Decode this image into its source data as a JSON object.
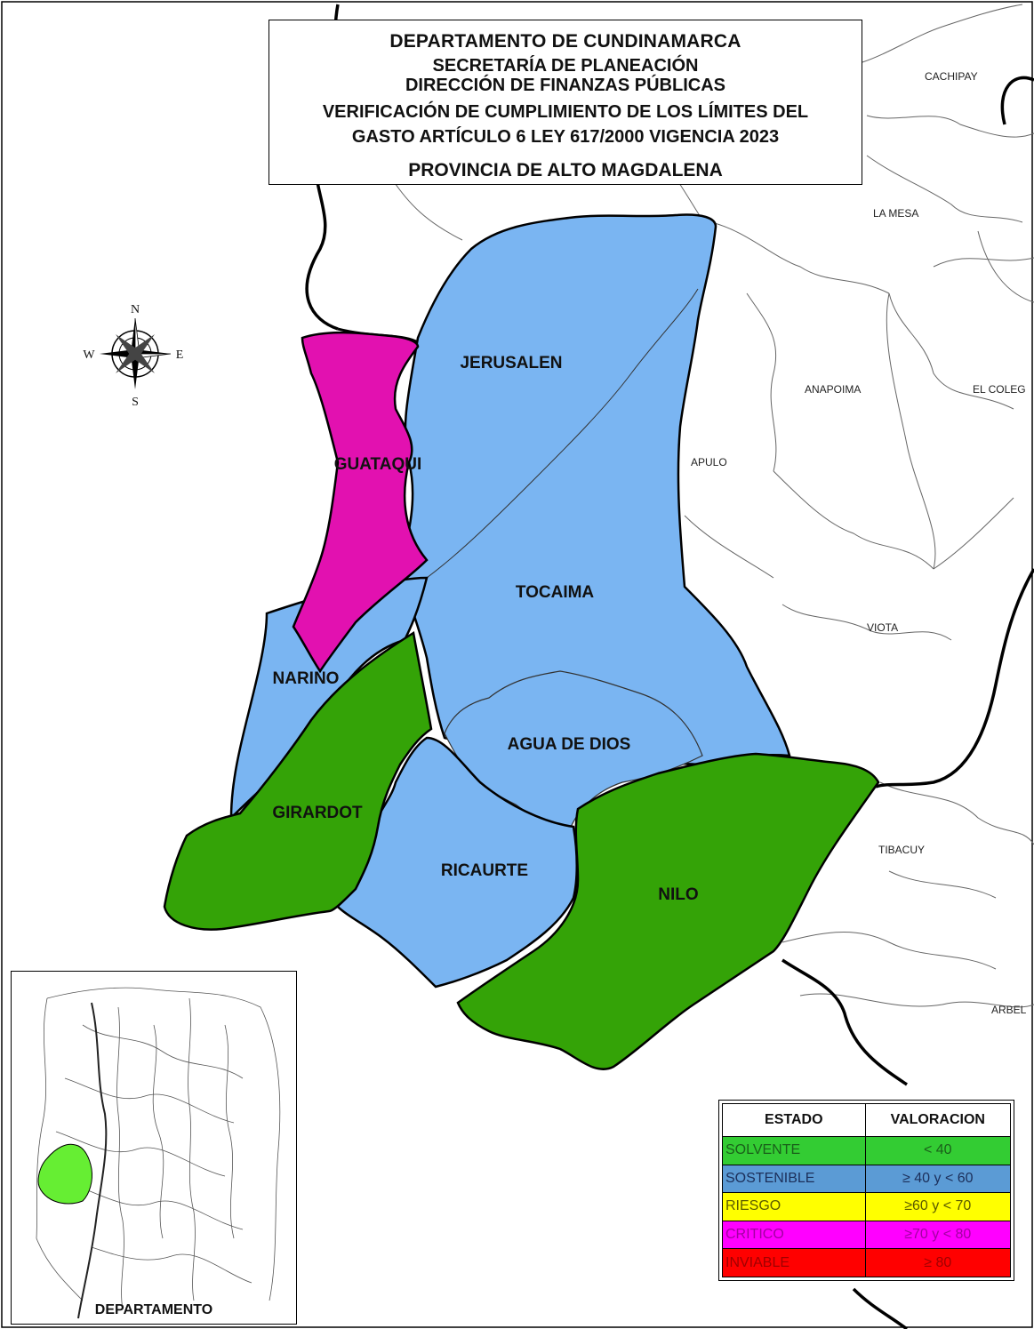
{
  "title": {
    "line1": "DEPARTAMENTO DE CUNDINAMARCA",
    "line2": "SECRETARÍA DE PLANEACIÓN",
    "line3": "DIRECCIÓN DE FINANZAS PÚBLICAS",
    "line4": "VERIFICACIÓN DE CUMPLIMIENTO DE LOS LÍMITES DEL",
    "line5": "GASTO ARTÍCULO 6 LEY 617/2000 VIGENCIA 2023",
    "line6": "PROVINCIA DE ALTO MAGDALENA"
  },
  "municipalities": {
    "jerusalen": {
      "label": "JERUSALEN",
      "estado": "SOSTENIBLE"
    },
    "guataqui": {
      "label": "GUATAQUI",
      "estado": "CRITICO"
    },
    "tocaima": {
      "label": "TOCAIMA",
      "estado": "SOSTENIBLE"
    },
    "narino": {
      "label": "NARINO",
      "estado": "SOSTENIBLE"
    },
    "agua_de_dios": {
      "label": "AGUA DE DIOS",
      "estado": "SOSTENIBLE"
    },
    "girardot": {
      "label": "GIRARDOT",
      "estado": "SOLVENTE"
    },
    "ricaurte": {
      "label": "RICAURTE",
      "estado": "SOSTENIBLE"
    },
    "nilo": {
      "label": "NILO",
      "estado": "SOLVENTE"
    }
  },
  "neighbors": {
    "cachipay": "CACHIPAY",
    "la_mesa": "LA MESA",
    "anapoima": "ANAPOIMA",
    "el_colegio": "EL COLEG",
    "apulo": "APULO",
    "viota": "VIOTA",
    "tibacuy": "TIBACUY",
    "arbelaez": "ARBEL"
  },
  "compass": {
    "n": "N",
    "s": "S",
    "e": "E",
    "w": "W"
  },
  "legend": {
    "header_estado": "ESTADO",
    "header_valoracion": "VALORACION",
    "rows": [
      {
        "estado": "SOLVENTE",
        "valoracion": "< 40",
        "color": "#33cc33",
        "text_color": "#1a5f1a"
      },
      {
        "estado": "SOSTENIBLE",
        "valoracion": "≥ 40  y < 60",
        "color": "#5b9bd5",
        "text_color": "#1c2f5a"
      },
      {
        "estado": "RIESGO",
        "valoracion": "≥60  y  < 70",
        "color": "#ffff00",
        "text_color": "#5a5a00"
      },
      {
        "estado": "CRITICO",
        "valoracion": "≥70  y  < 80",
        "color": "#ff00ff",
        "text_color": "#a200a2"
      },
      {
        "estado": "INVIABLE",
        "valoracion": "≥ 80",
        "color": "#ff0000",
        "text_color": "#a00000"
      }
    ]
  },
  "colors": {
    "sostenible_fill": "#7ab5f2",
    "solvente_fill": "#34a307",
    "critico_fill": "#e211b0",
    "inset_highlight": "#66ee33"
  },
  "inset": {
    "label": "DEPARTAMENTO"
  }
}
